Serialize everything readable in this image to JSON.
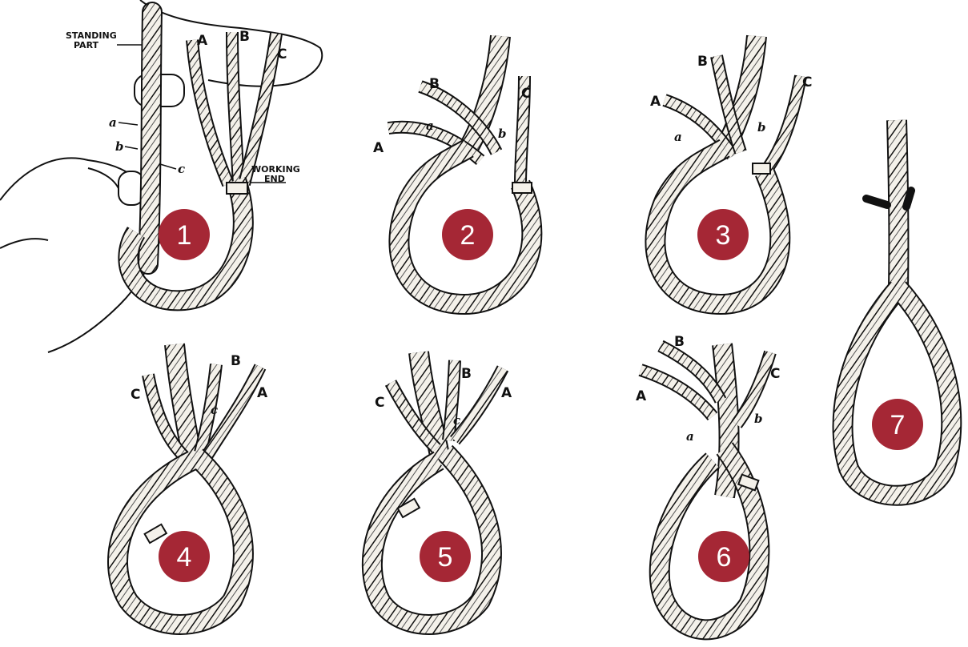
{
  "colors": {
    "badge": "#a52735",
    "rope_fill": "#f4f1ea",
    "ink": "#111111"
  },
  "steps": [
    {
      "number": "1",
      "strands": [
        "A",
        "B",
        "C"
      ],
      "marks": [
        "a",
        "b",
        "c"
      ],
      "captions": {
        "standing_part": "STANDING\nPART",
        "working_end": "WORKING\nEND"
      }
    },
    {
      "number": "2",
      "strands": [
        "A",
        "B",
        "C"
      ],
      "marks": [
        "a",
        "b"
      ]
    },
    {
      "number": "3",
      "strands": [
        "A",
        "B",
        "C"
      ],
      "marks": [
        "a",
        "b"
      ]
    },
    {
      "number": "4",
      "strands": [
        "C",
        "B",
        "A"
      ],
      "marks": [
        "c"
      ]
    },
    {
      "number": "5",
      "strands": [
        "C",
        "B",
        "A"
      ],
      "marks": [
        "c"
      ]
    },
    {
      "number": "6",
      "strands": [
        "A",
        "B",
        "C"
      ],
      "marks": [
        "a",
        "b"
      ]
    },
    {
      "number": "7",
      "strands": [],
      "marks": []
    }
  ]
}
